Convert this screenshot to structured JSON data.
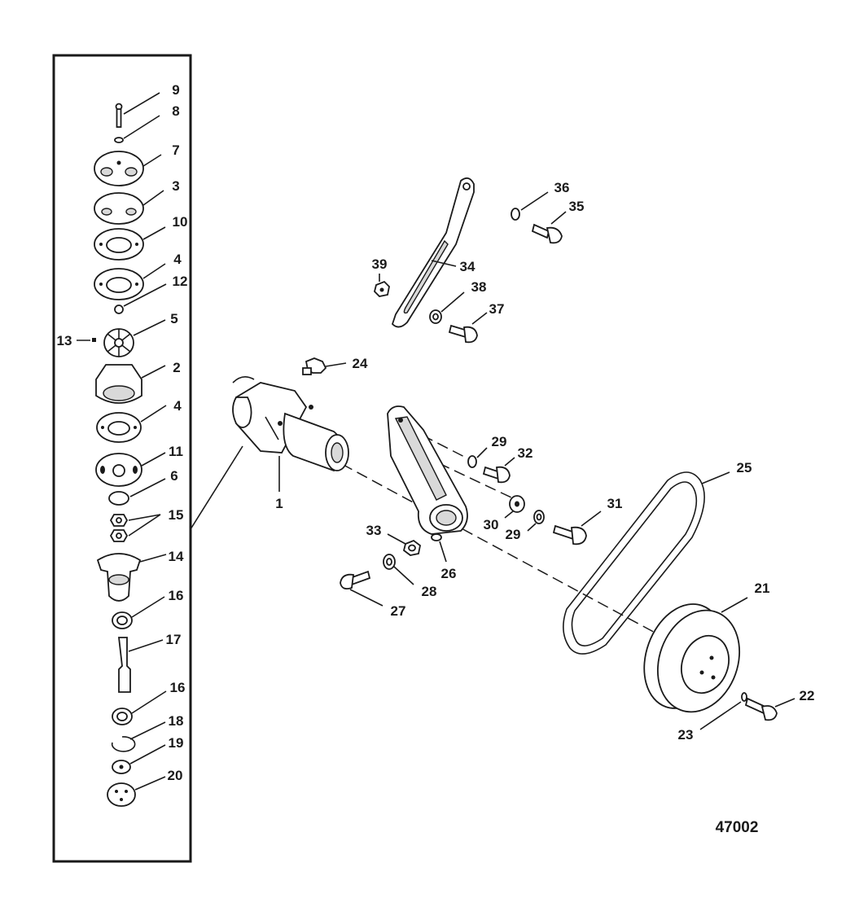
{
  "figure_number": "47002",
  "callouts": {
    "c1": "1",
    "c2": "2",
    "c3": "3",
    "c4a": "4",
    "c4b": "4",
    "c5": "5",
    "c6": "6",
    "c7": "7",
    "c8": "8",
    "c9": "9",
    "c10": "10",
    "c11": "11",
    "c12": "12",
    "c13": "13",
    "c14": "14",
    "c15": "15",
    "c16a": "16",
    "c16b": "16",
    "c17": "17",
    "c18": "18",
    "c19": "19",
    "c20": "20",
    "c21": "21",
    "c22": "22",
    "c23": "23",
    "c24": "24",
    "c25": "25",
    "c26": "26",
    "c27": "27",
    "c28": "28",
    "c29a": "29",
    "c29b": "29",
    "c30": "30",
    "c31": "31",
    "c32": "32",
    "c33": "33",
    "c34": "34",
    "c35": "35",
    "c36": "36",
    "c37": "37",
    "c38": "38",
    "c39": "39"
  }
}
